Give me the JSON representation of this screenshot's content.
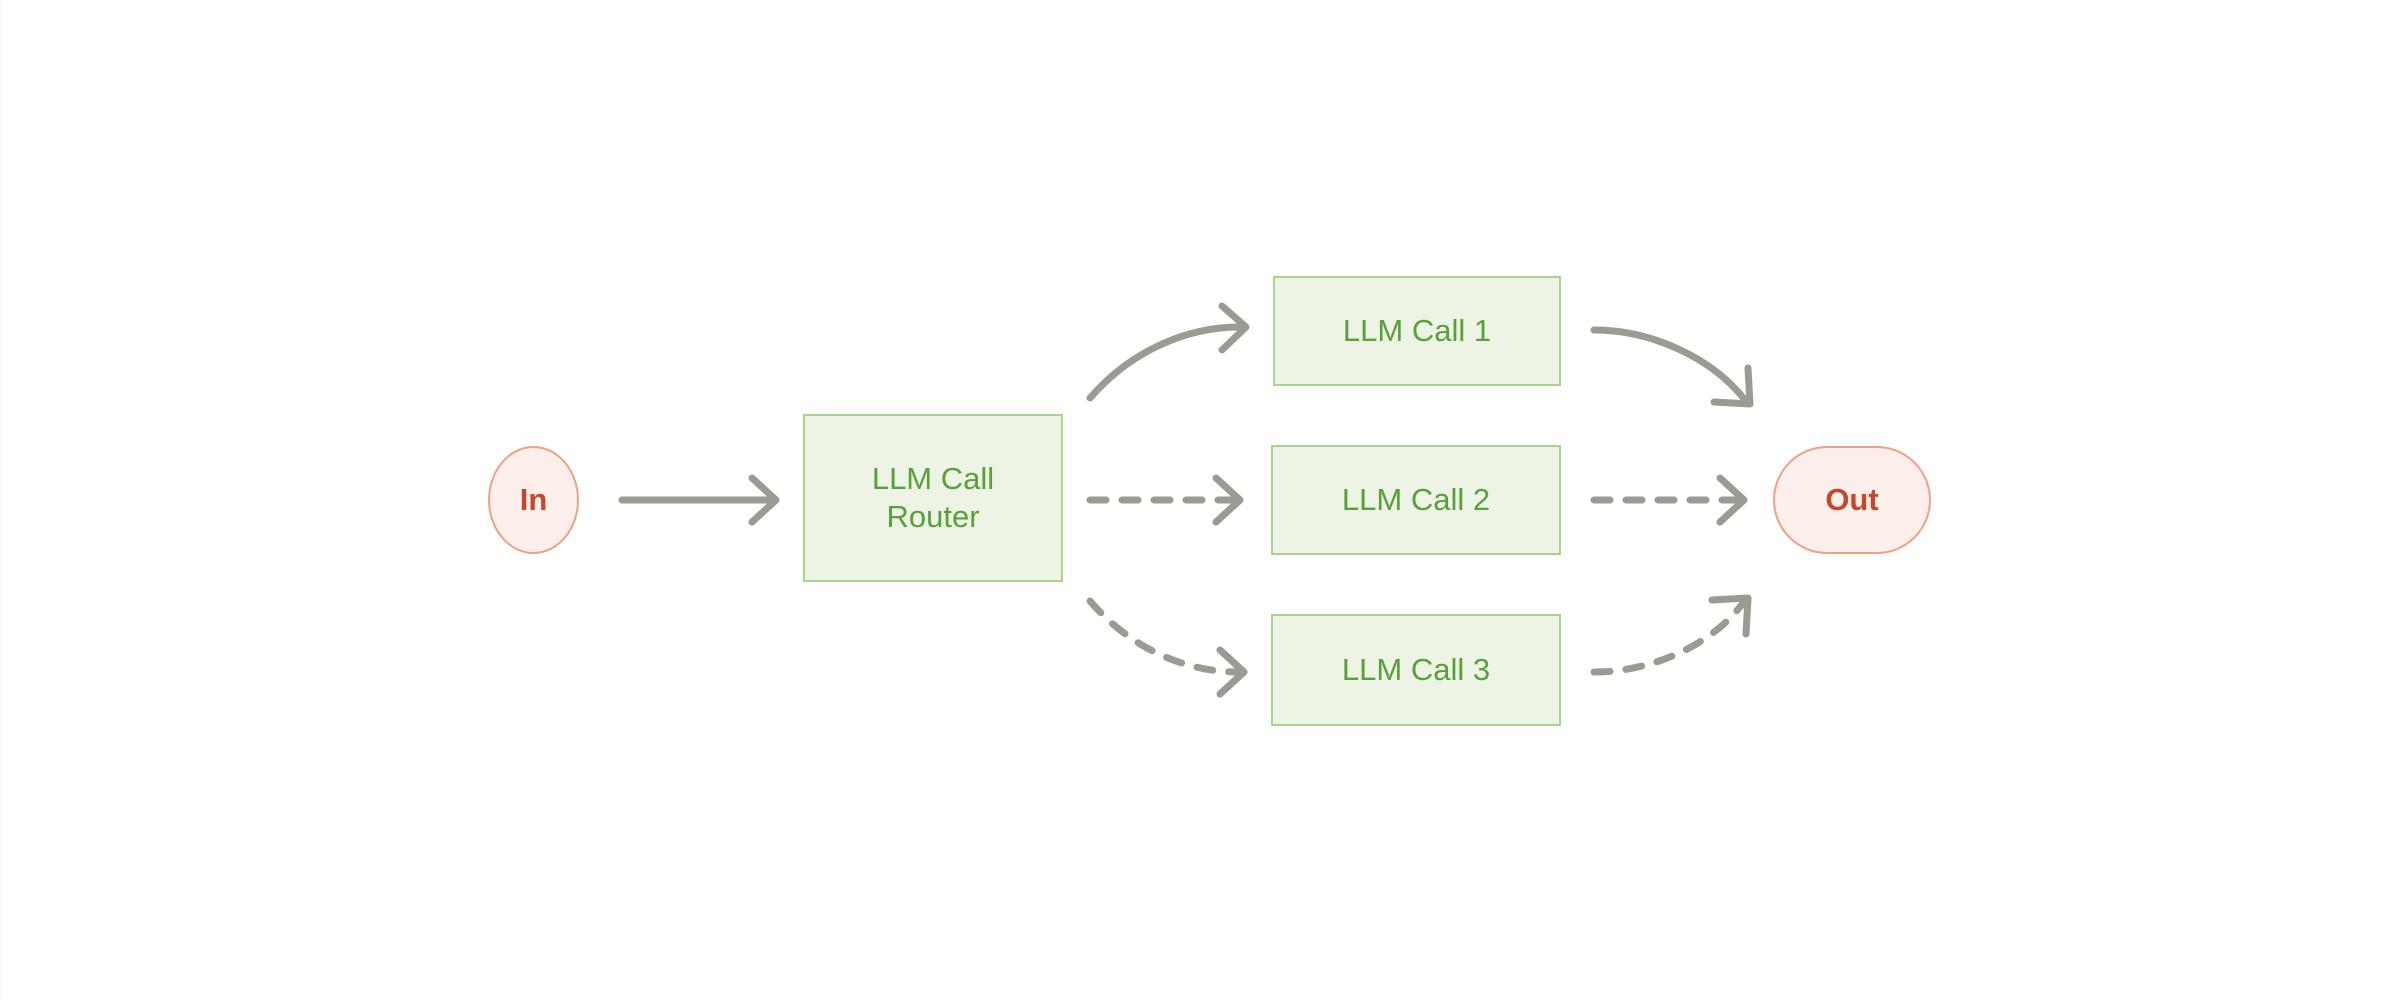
{
  "diagram": {
    "title": "LLM Call Router workflow",
    "colors": {
      "canvas_background": "#ffffff",
      "edge_stroke": "#9b9b91",
      "process_fill": "#edf4e6",
      "process_border": "#a9d48d",
      "process_text": "#58a03a",
      "terminal_fill": "#fcefeb",
      "terminal_border": "#eba287",
      "terminal_text": "#c2492b"
    },
    "nodes": [
      {
        "id": "in",
        "label": "In",
        "shape": "circle",
        "role": "terminal"
      },
      {
        "id": "router",
        "label": "LLM Call\nRouter",
        "shape": "rectangle",
        "role": "process"
      },
      {
        "id": "call1",
        "label": "LLM Call 1",
        "shape": "rectangle",
        "role": "process"
      },
      {
        "id": "call2",
        "label": "LLM Call 2",
        "shape": "rectangle",
        "role": "process"
      },
      {
        "id": "call3",
        "label": "LLM Call 3",
        "shape": "rectangle",
        "role": "process"
      },
      {
        "id": "out",
        "label": "Out",
        "shape": "rounded-rectangle",
        "role": "terminal"
      }
    ],
    "edges": [
      {
        "id": "e-in-router",
        "from": "in",
        "to": "router",
        "style": "solid",
        "shape": "straight",
        "label": ""
      },
      {
        "id": "e-router-1",
        "from": "router",
        "to": "call1",
        "style": "solid",
        "shape": "curved-up",
        "label": ""
      },
      {
        "id": "e-router-2",
        "from": "router",
        "to": "call2",
        "style": "dashed",
        "shape": "straight",
        "label": ""
      },
      {
        "id": "e-router-3",
        "from": "router",
        "to": "call3",
        "style": "dashed",
        "shape": "curved-down",
        "label": ""
      },
      {
        "id": "e-1-out",
        "from": "call1",
        "to": "out",
        "style": "solid",
        "shape": "curved-down",
        "label": ""
      },
      {
        "id": "e-2-out",
        "from": "call2",
        "to": "out",
        "style": "dashed",
        "shape": "straight",
        "label": ""
      },
      {
        "id": "e-3-out",
        "from": "call3",
        "to": "out",
        "style": "dashed",
        "shape": "curved-up",
        "label": ""
      }
    ]
  }
}
